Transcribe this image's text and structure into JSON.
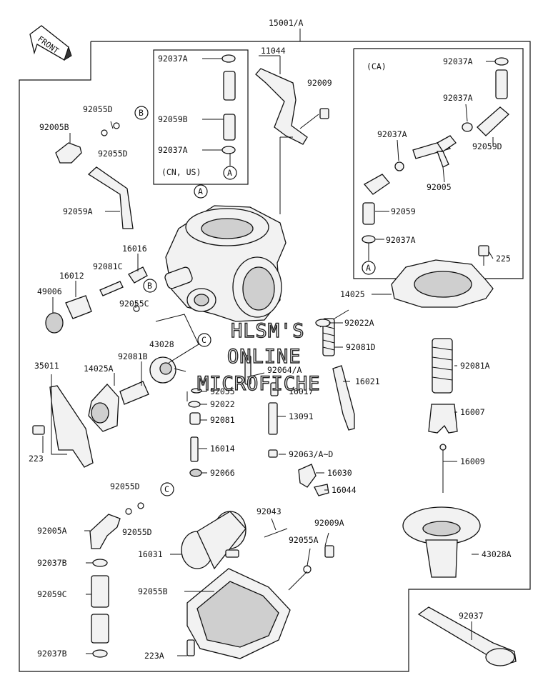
{
  "assembly_label": "15001/A",
  "front_label": "FRONT",
  "inset_cn_us": {
    "region": "(CN, US)",
    "parts": [
      "92037A",
      "92059B",
      "92037A"
    ],
    "connector": "A"
  },
  "inset_ca": {
    "region": "(CA)",
    "parts": [
      "92037A",
      "92037A",
      "92037A",
      "92059D",
      "92005",
      "92059",
      "92037A"
    ],
    "connector": "A"
  },
  "connectors": [
    "A",
    "B",
    "B",
    "C",
    "C"
  ],
  "watermark": [
    "HLSM'S",
    "ONLINE",
    "MICROFICHE"
  ],
  "part_labels": {
    "p11044": "11044",
    "p92009": "92009",
    "p92055D_1": "92055D",
    "p92005B": "92005B",
    "p92055D_2": "92055D",
    "p92059A": "92059A",
    "p16016": "16016",
    "p92081C": "92081C",
    "p16012": "16012",
    "p49006": "49006",
    "p92055C": "92055C",
    "p43028": "43028",
    "p92022A": "92022A",
    "p92081D": "92081D",
    "p14025": "14025",
    "p225": "225",
    "p35011": "35011",
    "p14025A": "14025A",
    "p92081B": "92081B",
    "p92064A": "92064/A",
    "p16021": "16021",
    "p92055": "92055",
    "p16017": "16017",
    "p92022": "92022",
    "p13091": "13091",
    "p92081": "92081",
    "p92081A": "92081A",
    "p16007": "16007",
    "p223": "223",
    "p16014": "16014",
    "p92063": "92063/A~D",
    "p16009": "16009",
    "p92066": "92066",
    "p16030": "16030",
    "p16044": "16044",
    "p92055D_3": "92055D",
    "p92005A": "92005A",
    "p92055D_4": "92055D",
    "p92043": "92043",
    "p92009A": "92009A",
    "p16031": "16031",
    "p92055A": "92055A",
    "p43028A": "43028A",
    "p92037B_1": "92037B",
    "p92059C": "92059C",
    "p92055B": "92055B",
    "p92037": "92037",
    "p92037B_2": "92037B",
    "p223A": "223A"
  }
}
